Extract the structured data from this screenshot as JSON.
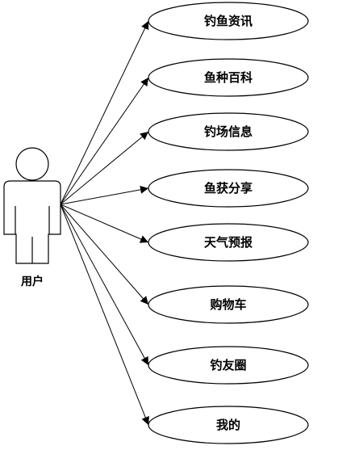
{
  "actor": {
    "label": "用户"
  },
  "use_cases": [
    {
      "label": "钓鱼资讯"
    },
    {
      "label": "鱼种百科"
    },
    {
      "label": "钓场信息"
    },
    {
      "label": "鱼获分享"
    },
    {
      "label": "天气预报"
    },
    {
      "label": "购物车"
    },
    {
      "label": "钓友圈"
    },
    {
      "label": "我的"
    }
  ],
  "colors": {
    "stroke": "#000000",
    "fill": "#ffffff"
  }
}
